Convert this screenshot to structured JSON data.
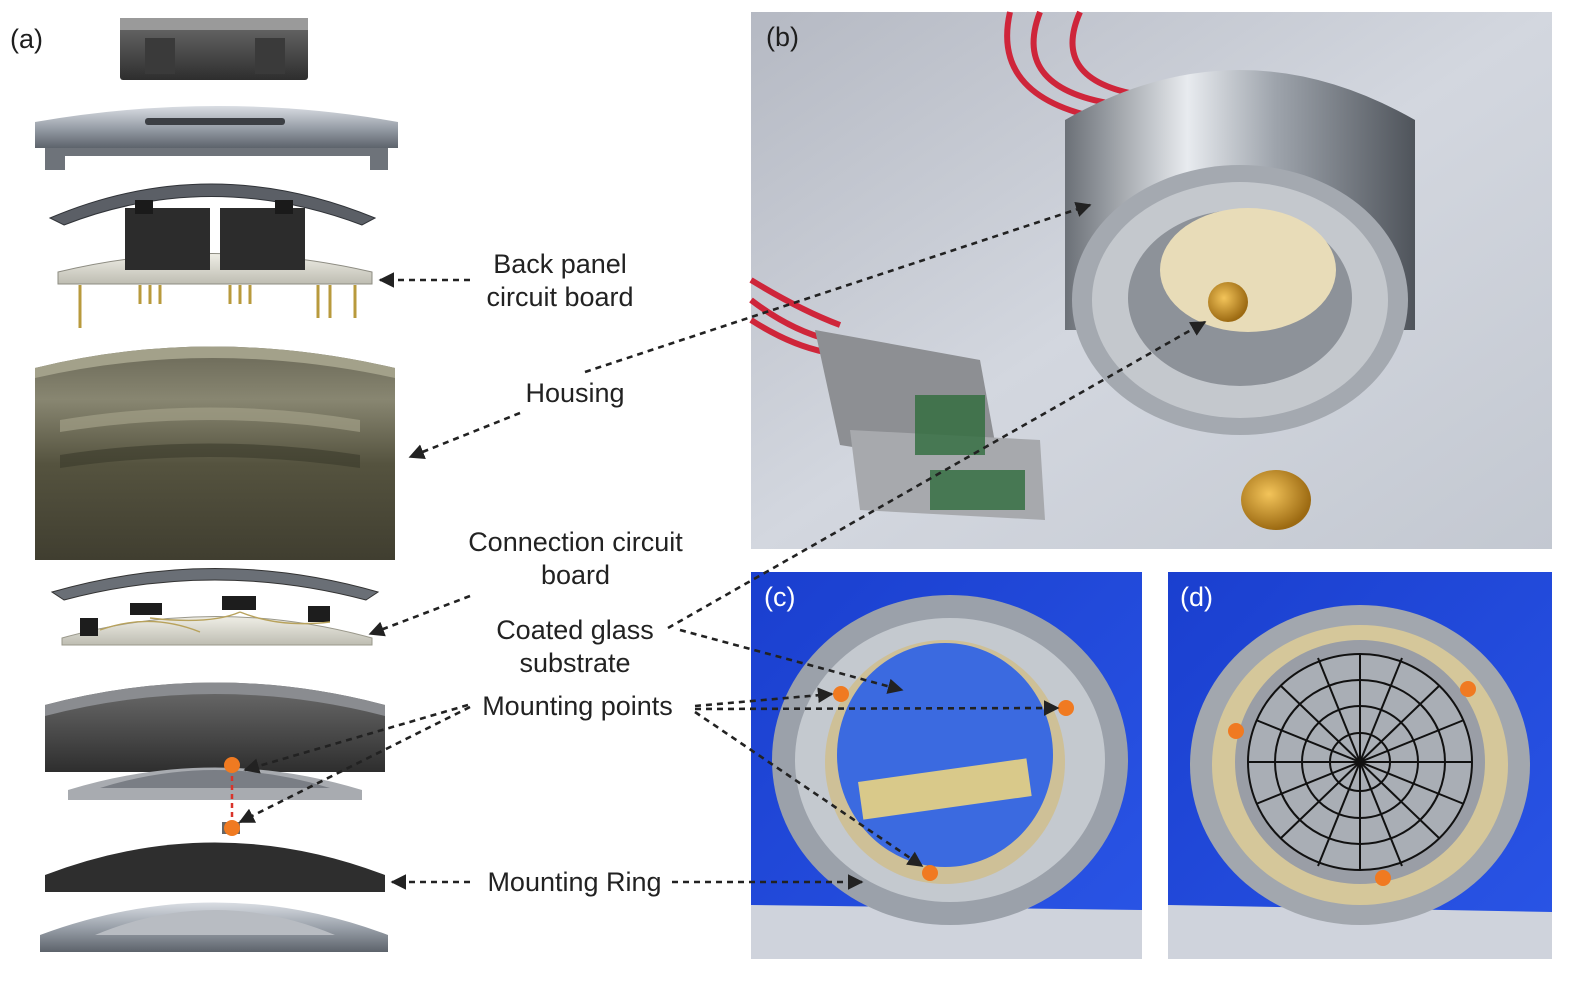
{
  "panels": {
    "a": "(a)",
    "b": "(b)",
    "c": "(c)",
    "d": "(d)"
  },
  "labels": {
    "back_panel_line1": "Back panel",
    "back_panel_line2": "circuit board",
    "housing": "Housing",
    "connection_line1": "Connection circuit",
    "connection_line2": "board",
    "coated_line1": "Coated glass",
    "coated_line2": "substrate",
    "mounting_points": "Mounting points",
    "mounting_ring": "Mounting Ring"
  },
  "colors": {
    "marker_orange": "#f07a21",
    "photo_blue": "#1f47d6",
    "arrow_dark": "#2a2a2a"
  }
}
